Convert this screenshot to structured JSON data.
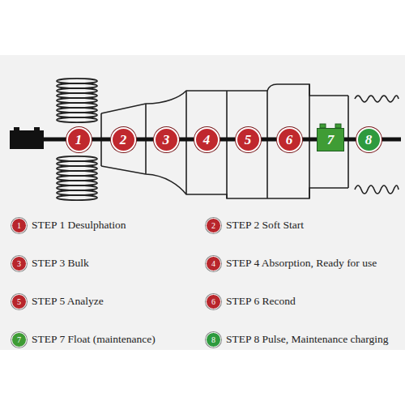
{
  "diagram": {
    "nodes": [
      {
        "text": [
          "1"
        ]
      },
      {
        "text": [
          "2"
        ]
      },
      {
        "text": [
          "3"
        ]
      },
      {
        "text": [
          "4"
        ]
      },
      {
        "text": [
          "5"
        ]
      },
      {
        "text": [
          "6"
        ]
      },
      {
        "text": [
          "7"
        ]
      },
      {
        "text": [
          "8"
        ]
      }
    ],
    "edges": [
      {
        "from": 0,
        "to": 1,
        "arrow": "none"
      },
      {
        "from": 1,
        "to": 2,
        "arrow": "none"
      },
      {
        "from": 2,
        "to": 3,
        "arrow": "none"
      },
      {
        "from": 3,
        "to": 4,
        "arrow": "none"
      },
      {
        "from": 4,
        "to": 5,
        "arrow": "none"
      },
      {
        "from": 5,
        "to": 6,
        "arrow": "none"
      },
      {
        "from": 6,
        "to": 7,
        "arrow": "none"
      }
    ],
    "labels": [
      "1",
      "2",
      "3",
      "4",
      "5",
      "6",
      "7",
      "8"
    ],
    "legend": [
      {
        "text": "STEP 1 Desulphation",
        "color": "#b8262c"
      },
      {
        "text": "STEP 2 Soft Start",
        "color": "#b8262c"
      },
      {
        "text": "STEP 3 Bulk",
        "color": "#b8262c"
      },
      {
        "text": "STEP 4 Absorption, Ready for use",
        "color": "#b8262c"
      },
      {
        "text": "STEP 5 Analyze",
        "color": "#b8262c"
      },
      {
        "text": "STEP 6 Recond",
        "color": "#b8262c"
      },
      {
        "text": "STEP 7 Float (maintenance)",
        "color": "#3f9c35"
      },
      {
        "text": "STEP 8 Pulse, Maintenance charging",
        "color": "#2e9a3e"
      }
    ]
  }
}
